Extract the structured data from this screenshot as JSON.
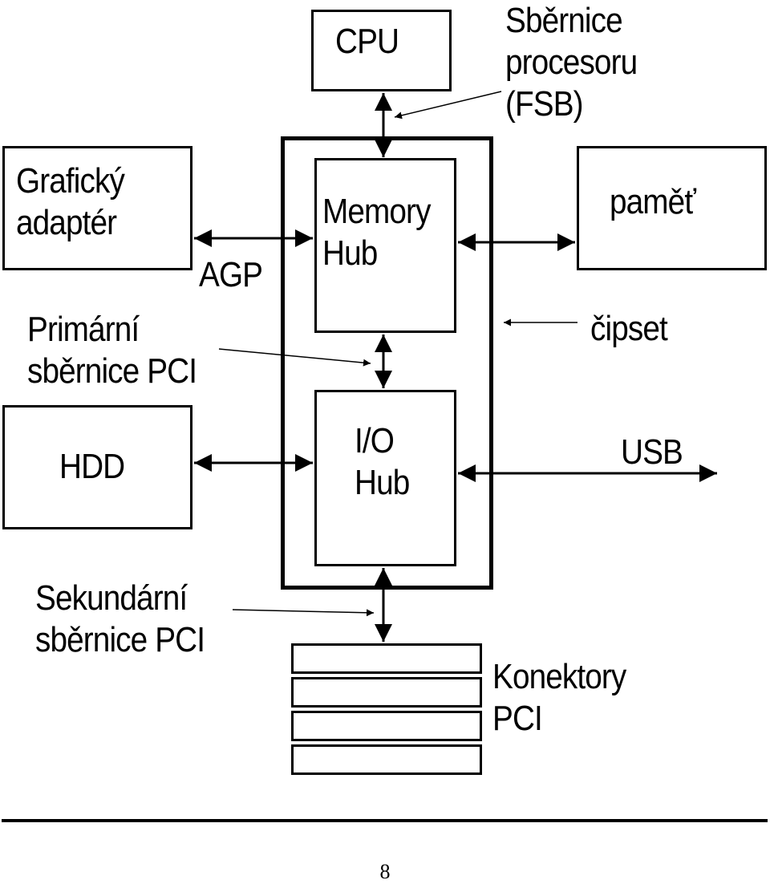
{
  "cpu": "CPU",
  "fsb": {
    "line1": "Sběrnice",
    "line2": "procesoru",
    "line3": "(FSB)"
  },
  "graphics": {
    "line1": "Grafický",
    "line2": "adaptér"
  },
  "agp": "AGP",
  "memory_hub": {
    "line1": "Memory",
    "line2": "Hub"
  },
  "memory": "paměť",
  "chipset": "čipset",
  "primary_pci": {
    "line1": "Primární",
    "line2": "sběrnice PCI"
  },
  "hdd": "HDD",
  "io_hub": {
    "line1": "I/O",
    "line2": "Hub"
  },
  "usb": "USB",
  "secondary_pci": {
    "line1": "Sekundární",
    "line2": "sběrnice PCI"
  },
  "pci_connectors": {
    "line1": "Konektory",
    "line2": "PCI"
  },
  "page_number": "8"
}
